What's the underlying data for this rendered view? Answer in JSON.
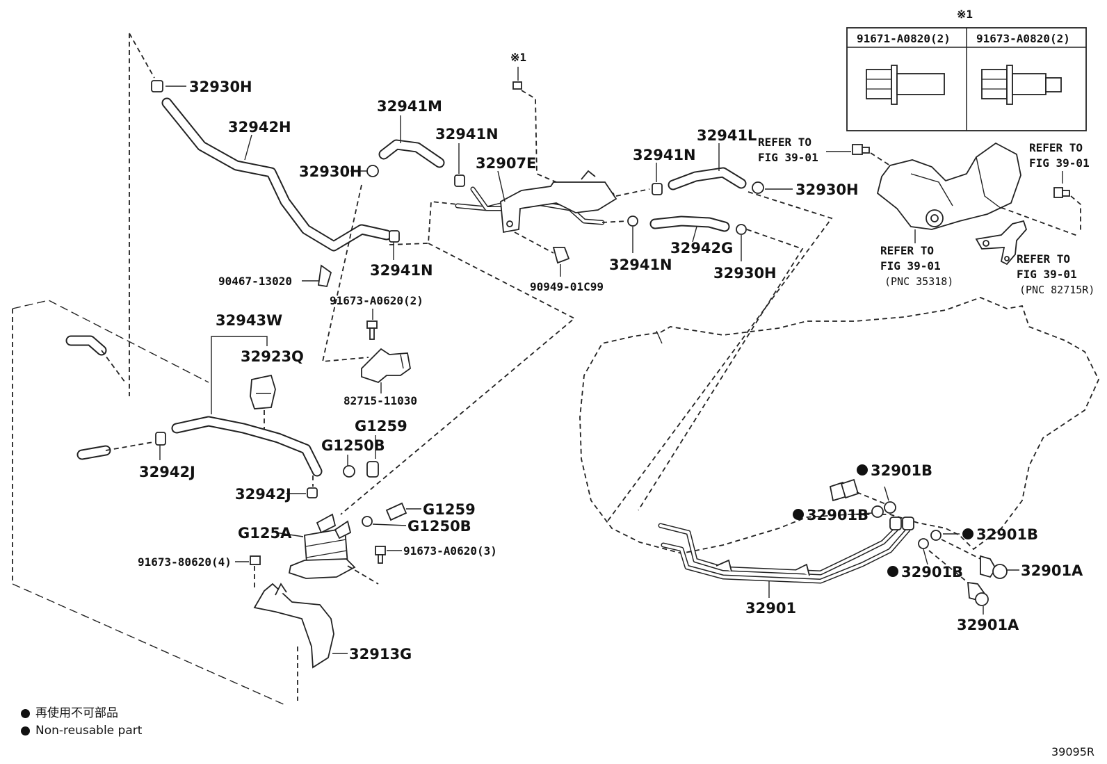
{
  "labels": {
    "p32930H_a": "32930H",
    "p32942H": "32942H",
    "p32941M": "32941M",
    "p32930H_b": "32930H",
    "p32941N_a": "32941N",
    "p32907E": "32907E",
    "note1_top": "※1",
    "p32941N_b": "32941N",
    "p32941L": "32941L",
    "p32930H_c": "32930H",
    "p32941N_c": "32941N",
    "p32942G": "32942G",
    "p32930H_d": "32930H",
    "p32941N_d": "32941N",
    "p90467": "90467-13020",
    "p90949": "90949-01C99",
    "p91673_A0620_2": "91673-A0620(2)",
    "p82715": "82715-11030",
    "p32943W": "32943W",
    "p32923Q": "32923Q",
    "p32942J_a": "32942J",
    "p32942J_b": "32942J",
    "pG1259_a": "G1259",
    "pG1250B_a": "G1250B",
    "pG1259_b": "G1259",
    "pG1250B_b": "G1250B",
    "pG125A": "G125A",
    "p91673_80620_4": "91673-80620(4)",
    "p91673_A0620_3": "91673-A0620(3)",
    "p32913G": "32913G",
    "p32901": "32901",
    "p32901B_1": "32901B",
    "p32901B_2": "32901B",
    "p32901B_3": "32901B",
    "p32901B_4": "32901B",
    "p32901A_1": "32901A",
    "p32901A_2": "32901A",
    "refer1_l1": "REFER TO",
    "refer1_l2": "FIG 39-01",
    "refer2_l1": "REFER TO",
    "refer2_l2": "FIG 39-01",
    "refer3_l1": "REFER TO",
    "refer3_l2": "FIG 39-01",
    "refer3_l3": "(PNC 35318)",
    "refer4_l1": "REFER TO",
    "refer4_l2": "FIG 39-01",
    "refer4_l3": "(PNC 82715R)"
  },
  "inset": {
    "note": "※1",
    "left_part": "91671-A0820(2)",
    "right_part": "91673-A0820(2)"
  },
  "legend": {
    "jp": "再使用不可部品",
    "en": "Non-reusable part"
  },
  "diagram_id": "39095R"
}
